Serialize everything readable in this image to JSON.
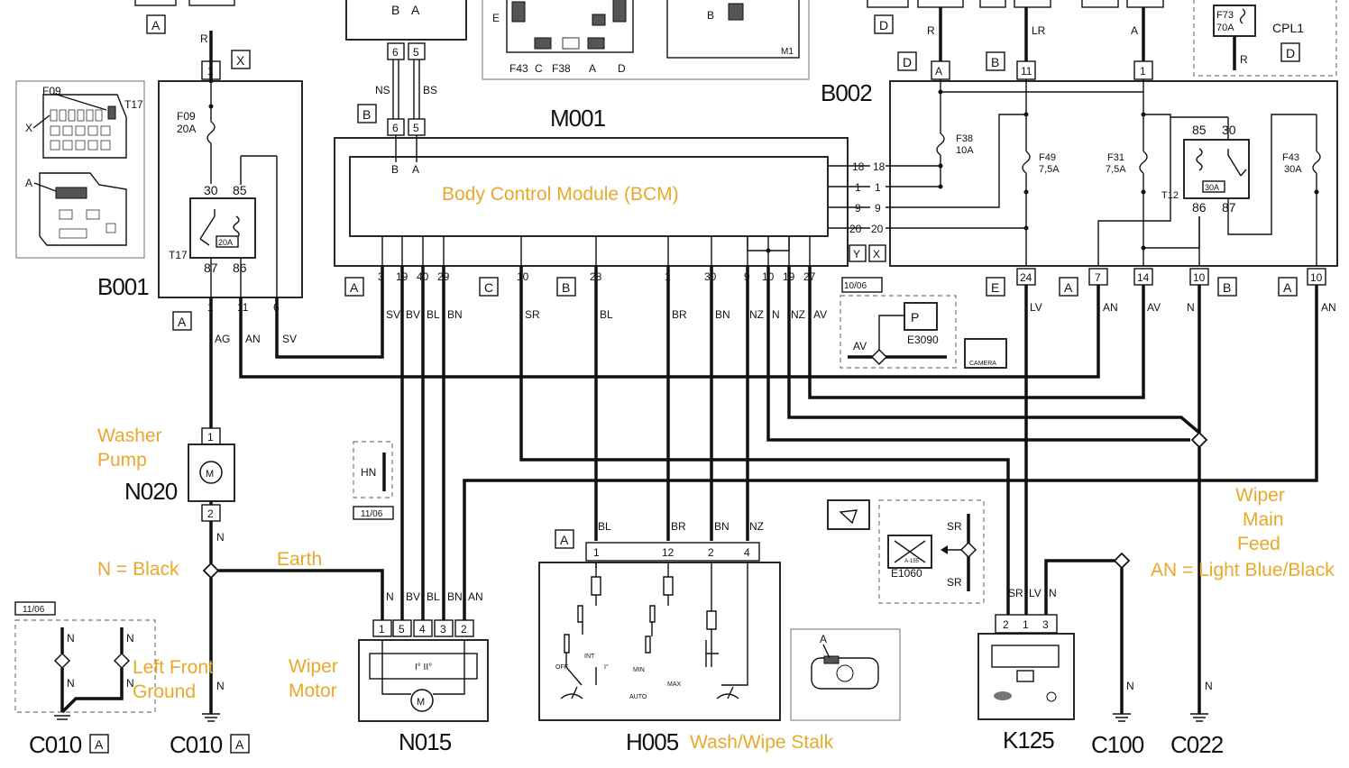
{
  "components": {
    "b001": "B001",
    "b002": "B002",
    "m001": "M001",
    "n020": "N020",
    "n015": "N015",
    "h005": "H005",
    "k125": "K125",
    "c010_left": "C010",
    "c010_right": "C010",
    "c100": "C100",
    "c022": "C022",
    "e3090": "E3090",
    "e1060": "E1060",
    "cpl1": "CPL1",
    "m1": "M1",
    "t17": "T17",
    "t12": "T12"
  },
  "fuses": {
    "f09": {
      "name": "F09",
      "rating": "20A"
    },
    "f38": {
      "name": "F38",
      "rating": "10A"
    },
    "f49": {
      "name": "F49",
      "rating": "7,5A"
    },
    "f31": {
      "name": "F31",
      "rating": "7,5A"
    },
    "f43": {
      "name": "F43",
      "rating": "30A"
    },
    "f73": {
      "name": "F73",
      "rating": "70A"
    },
    "relay_t17_rating": "20A",
    "relay_t12_rating": "30A"
  },
  "annotations": {
    "bcm": "Body Control Module (BCM)",
    "washer_pump": "Washer Pump",
    "earth": "Earth",
    "n_black": "N = Black",
    "left_front_ground": "Left Front Ground",
    "wiper_motor": "Wiper Motor",
    "wash_wipe_stalk": "Wash/Wipe Stalk",
    "wiper_main_feed": "Wiper Main Feed",
    "an_color": "AN = Light Blue/Black"
  },
  "wire_colors": {
    "r": "R",
    "ns": "NS",
    "bs": "BS",
    "lr": "LR",
    "a": "A",
    "ag": "AG",
    "an": "AN",
    "sv": "SV",
    "bv": "BV",
    "bl": "BL",
    "bn": "BN",
    "sr": "SR",
    "br": "BR",
    "nz": "NZ",
    "n": "N",
    "av": "AV",
    "lv": "LV",
    "hn": "HN"
  },
  "version_tags": {
    "v1": "10/06",
    "v2": "11/06",
    "v3": "11/06"
  },
  "misc": {
    "camera": "CAMERA",
    "e1060_sub": "A-155",
    "sq_x": "X",
    "sq_y": "Y"
  },
  "colors": {
    "annotation": "#e8a92b",
    "wire": "#111111"
  }
}
